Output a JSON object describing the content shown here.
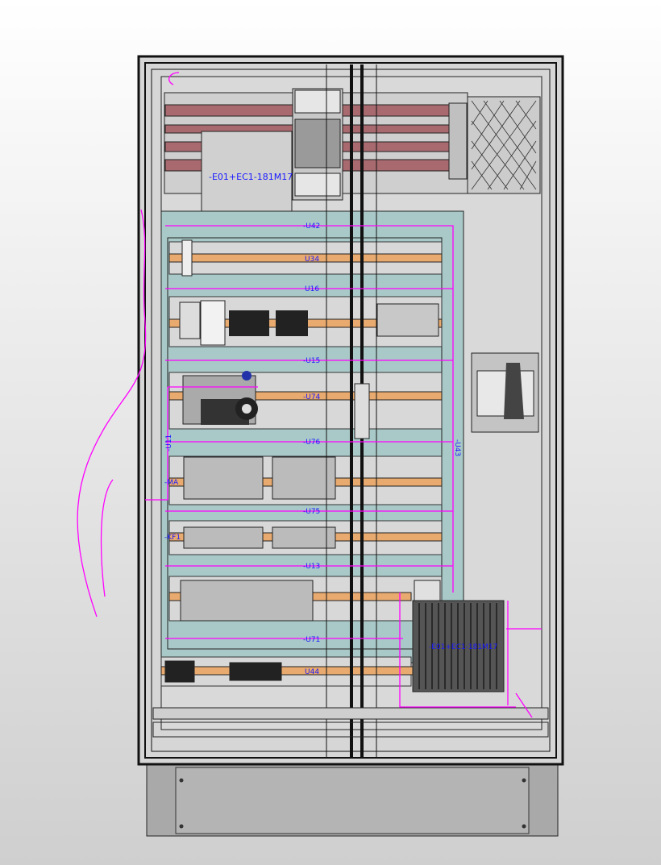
{
  "drawing": {
    "top_device_label": "-E01+EC1-181M17",
    "bottom_device_label": "-E01+EC1-181M17",
    "rail_labels": [
      "-U42",
      "U34",
      "U16",
      "-U15",
      "-U74",
      "-U76",
      "-U75",
      "-U13",
      "-U71",
      "U44"
    ],
    "side_labels": {
      "left_vertical": "-U11",
      "right_vertical": "-U43"
    },
    "row_tags": {
      "contactor_row": "-MA",
      "relay_row": "-KF1"
    },
    "colors": {
      "busbar": "#a86a6e",
      "din_rail": "#e8aa6e",
      "mounting_plate": "#a9c9c8",
      "annotation": "#ff00ff",
      "label": "#1a1aff"
    }
  }
}
